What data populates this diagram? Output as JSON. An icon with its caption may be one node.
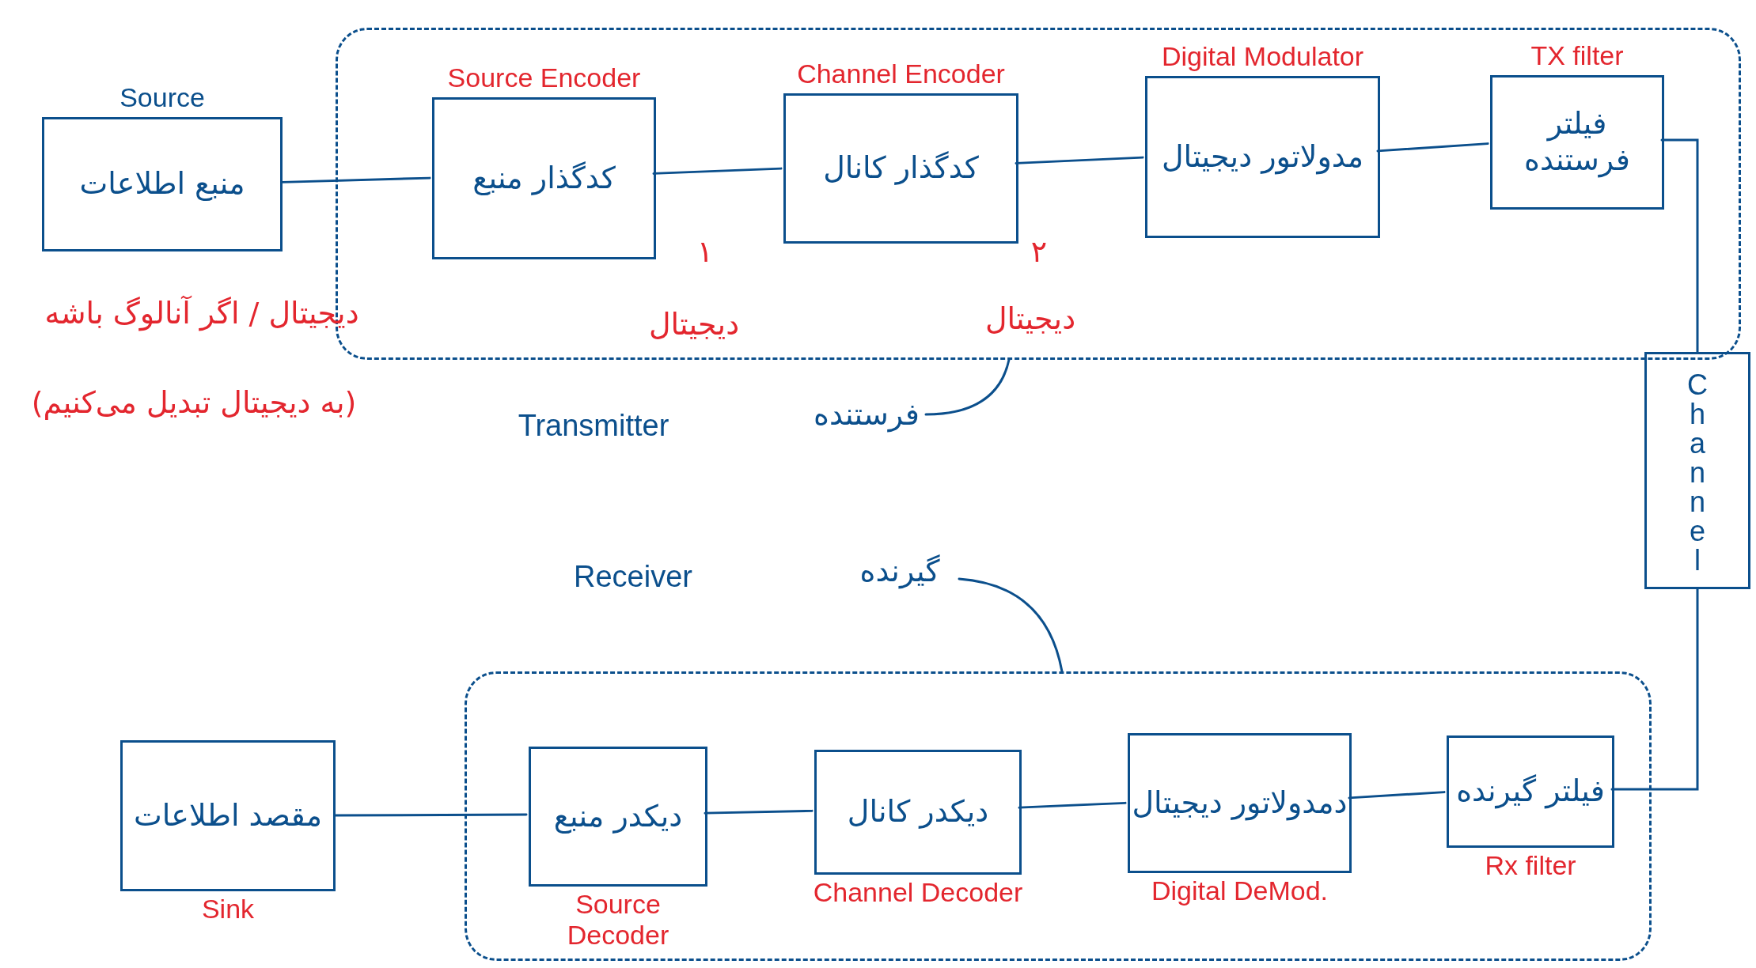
{
  "diagram": {
    "nodes": [
      {
        "text": [
          "Source",
          "منبع اطلاعات"
        ]
      },
      {
        "text": [],
        "shape": "box"
      },
      {
        "text": [
          "Source Encoder",
          "کدگذار منبع"
        ],
        "in": 1
      },
      {
        "text": [
          "Channel Encoder",
          "کدگذار کانال"
        ],
        "in": 1
      },
      {
        "text": [
          "Digital Modulator",
          "مدولاتور دیجیتال"
        ],
        "in": 1
      },
      {
        "text": [
          "TX filter",
          "فیلتر فرستنده"
        ],
        "in": 1
      },
      {
        "text": [
          "Channel"
        ]
      },
      {
        "text": [],
        "shape": "box"
      },
      {
        "text": [
          "فیلتر گیرنده",
          "Rx filter"
        ],
        "in": 7
      },
      {
        "text": [
          "دمدولاتور دیجیتال",
          "Digital DeMod."
        ],
        "in": 7
      },
      {
        "text": [
          "دیکدر کانال",
          "Channel Decoder"
        ],
        "in": 7
      },
      {
        "text": [
          "دیکدر منبع",
          "Source Decoder"
        ],
        "in": 7
      },
      {
        "text": [
          "مقصد اطلاعات",
          "Sink"
        ]
      },
      {
        "text": [
          "فرستنده"
        ]
      },
      {
        "text": [
          "گیرنده"
        ]
      }
    ],
    "edges": [
      {
        "from": 0,
        "to": 2,
        "arrow": "none"
      },
      {
        "from": 2,
        "to": 3,
        "arrow": "none"
      },
      {
        "from": 3,
        "to": 4,
        "arrow": "none"
      },
      {
        "from": 4,
        "to": 5,
        "arrow": "none"
      },
      {
        "from": 5,
        "to": 6,
        "arrow": "none"
      },
      {
        "from": 6,
        "to": 8,
        "arrow": "none"
      },
      {
        "from": 8,
        "to": 9,
        "arrow": "none"
      },
      {
        "from": 9,
        "to": 10,
        "arrow": "none"
      },
      {
        "from": 10,
        "to": 11,
        "arrow": "none"
      },
      {
        "from": 11,
        "to": 12,
        "arrow": "none"
      },
      {
        "from": 13,
        "to": 1,
        "arrow": "none"
      },
      {
        "from": 14,
        "to": 7,
        "arrow": "none"
      }
    ],
    "labels": [
      "دیجیتال / اگر آنالوگ باشه",
      "(به دیجیتال تبدیل می‌کنیم)",
      "۱",
      "دیجیتال",
      "۲",
      "دیجیتال",
      "Transmitter",
      "Receiver"
    ]
  }
}
